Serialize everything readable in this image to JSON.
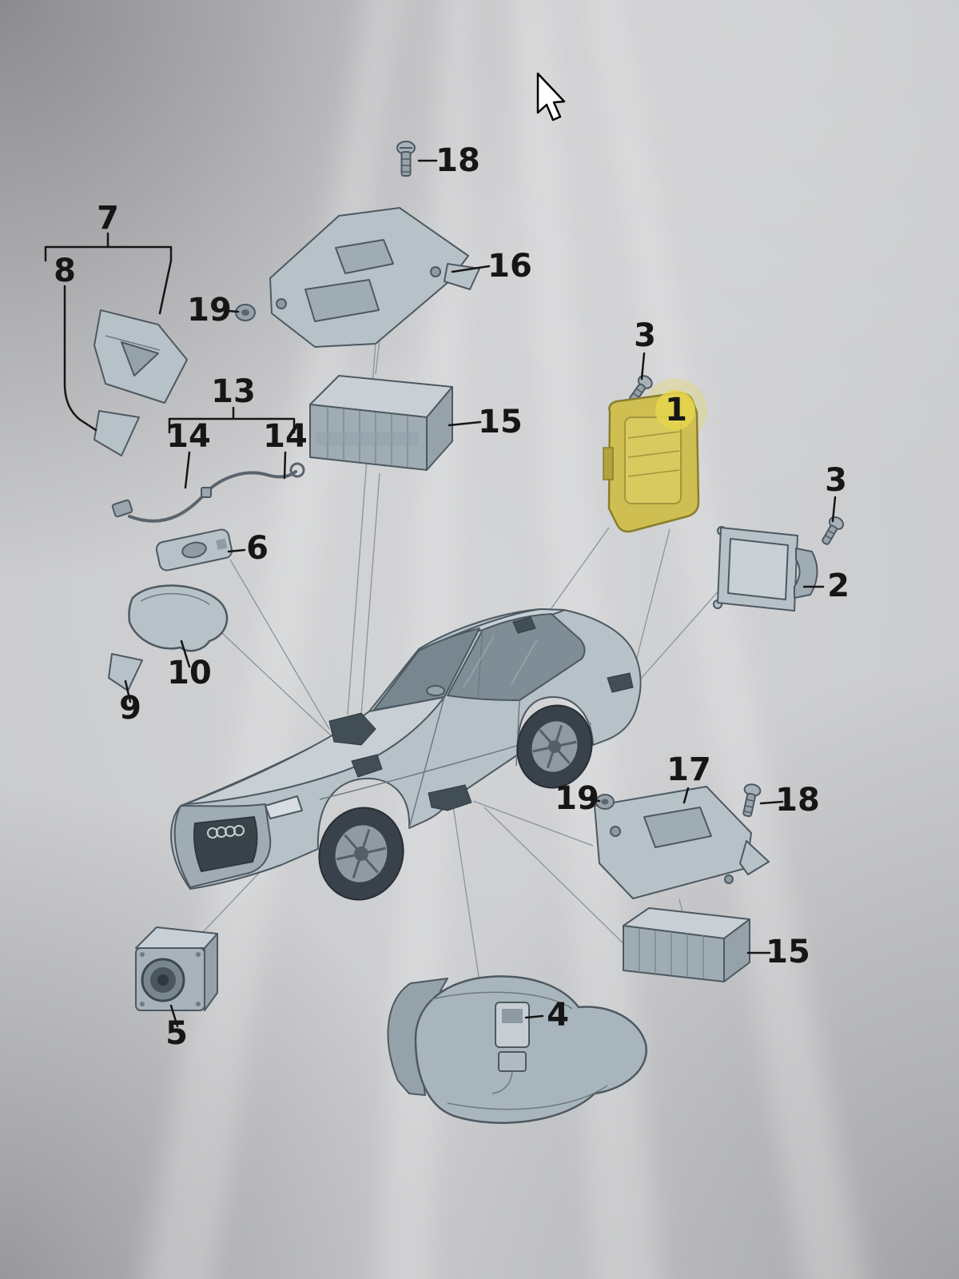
{
  "diagram": {
    "type": "exploded-parts-diagram",
    "description": "Vehicle electronics exploded parts diagram with numbered callouts",
    "highlight_color": "#d9c84e",
    "label_color": "#161616",
    "part_fill_color": "#b7c1c8",
    "callouts": [
      {
        "id": "screw-top",
        "label": "18"
      },
      {
        "id": "bracket-group",
        "label": "7"
      },
      {
        "id": "cover-panel",
        "label": "8"
      },
      {
        "id": "mounting-bracket-top",
        "label": "16"
      },
      {
        "id": "grommet-top",
        "label": "19"
      },
      {
        "id": "wiring-group",
        "label": "13"
      },
      {
        "id": "wiring-left",
        "label": "14"
      },
      {
        "id": "wiring-right",
        "label": "14"
      },
      {
        "id": "control-module-top",
        "label": "15"
      },
      {
        "id": "screw-module-top",
        "label": "3"
      },
      {
        "id": "control-module-selected",
        "label": "1"
      },
      {
        "id": "screw-module-right",
        "label": "3"
      },
      {
        "id": "radar-sensor",
        "label": "2"
      },
      {
        "id": "interior-sensor",
        "label": "6"
      },
      {
        "id": "mirror-housing",
        "label": "10"
      },
      {
        "id": "mirror-trim",
        "label": "9"
      },
      {
        "id": "front-camera",
        "label": "5"
      },
      {
        "id": "door-mirror",
        "label": "4"
      },
      {
        "id": "mounting-bracket-bottom",
        "label": "17"
      },
      {
        "id": "grommet-bottom",
        "label": "19"
      },
      {
        "id": "screw-bottom",
        "label": "18"
      },
      {
        "id": "control-module-bottom",
        "label": "15"
      }
    ]
  }
}
